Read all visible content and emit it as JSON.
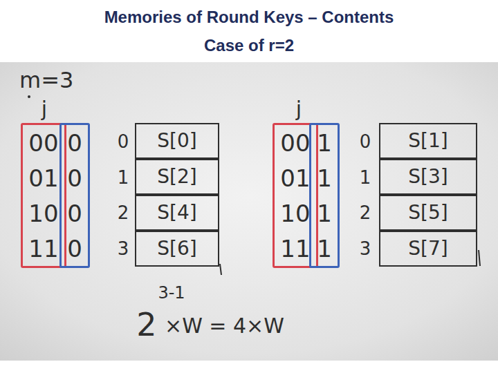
{
  "diagram": {
    "title": "Memories of Round Keys – Contents",
    "nodes": [
      {
        "text": [
          "00",
          "01",
          "10",
          "11"
        ]
      },
      {
        "text": [
          "0",
          "0",
          "0",
          "0"
        ]
      },
      {
        "text": [
          "S[0]"
        ]
      },
      {
        "text": [
          "S[2]"
        ]
      },
      {
        "text": [
          "S[4]"
        ]
      },
      {
        "text": [
          "S[6]"
        ]
      },
      {
        "text": [
          "00",
          "01",
          "10",
          "11"
        ]
      },
      {
        "text": [
          "1",
          "1",
          "1",
          "1"
        ]
      },
      {
        "text": [
          "S[1]"
        ]
      },
      {
        "text": [
          "S[3]"
        ]
      },
      {
        "text": [
          "S[5]"
        ]
      },
      {
        "text": [
          "S[7]"
        ]
      }
    ],
    "labels": [
      "Case of r=2",
      "m=3",
      "j",
      "0",
      "1",
      "2",
      "3",
      "j",
      "0",
      "1",
      "2",
      "3",
      "2",
      "3-1",
      "×W = 4×W"
    ]
  }
}
